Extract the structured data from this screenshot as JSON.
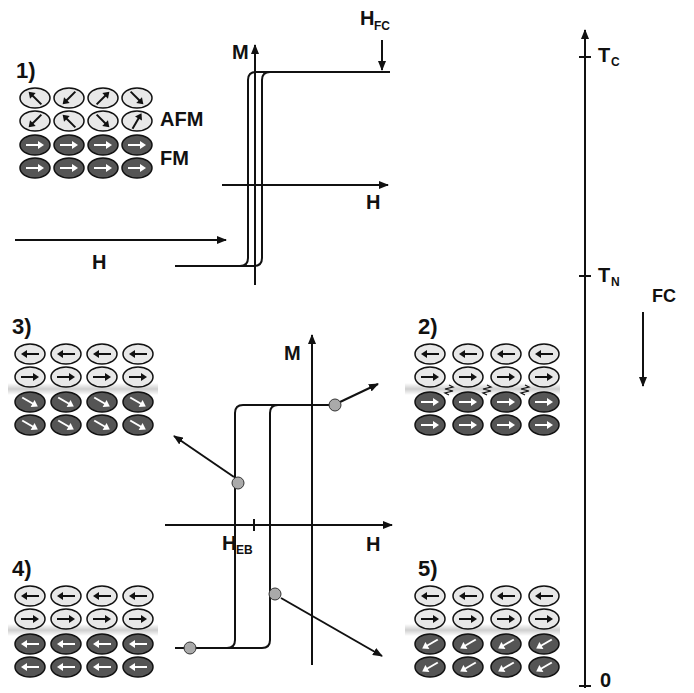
{
  "diagram": {
    "labels": [
      "1)",
      "M",
      "H",
      "FC",
      "T",
      "C",
      "AFM",
      "FM",
      "H",
      "H",
      "T",
      "N",
      "FC",
      "3)",
      "2)",
      "M",
      "H",
      "EB",
      "H",
      "4)",
      "5)",
      "0"
    ]
  }
}
